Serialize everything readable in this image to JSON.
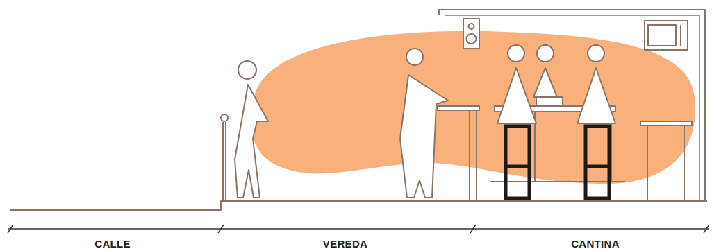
{
  "diagram": {
    "labels": [
      "CALLE",
      "VEREDA",
      "CANTINA"
    ]
  }
}
